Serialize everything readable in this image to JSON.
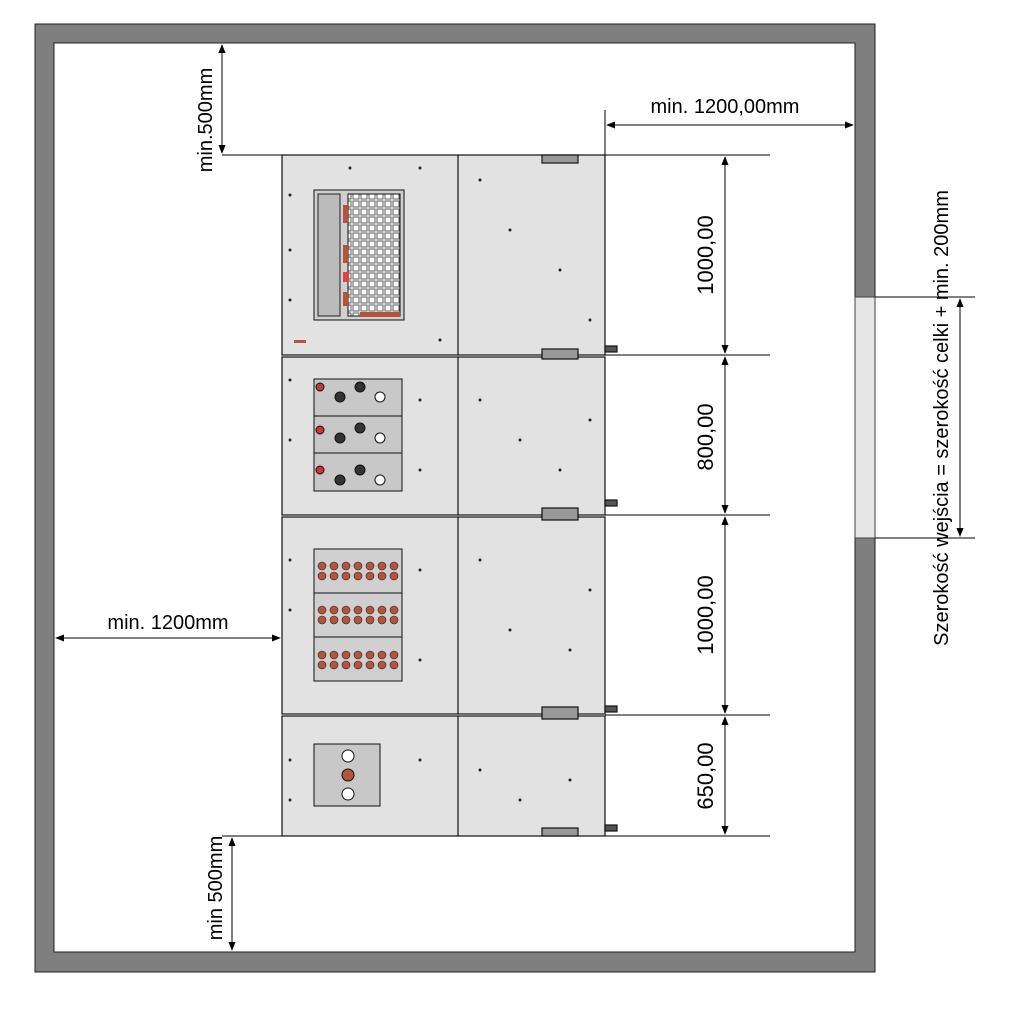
{
  "title": "",
  "dimensions": {
    "top_clearance": "min.500mm",
    "back_clearance": "min. 1200,00mm",
    "front_clearance": "min. 1200mm",
    "bottom_clearance": "min 500mm",
    "entrance_width": "Szerokość wejścia = szerokość celki + min. 200mm"
  },
  "cells": [
    {
      "id": "cell-1",
      "depth_label": "1000,00",
      "type": "relay-panel"
    },
    {
      "id": "cell-2",
      "depth_label": "800,00",
      "type": "breaker-panel"
    },
    {
      "id": "cell-3",
      "depth_label": "1000,00",
      "type": "terminal-panel"
    },
    {
      "id": "cell-4",
      "depth_label": "650,00",
      "type": "indicator-panel"
    }
  ],
  "colors": {
    "wall": "#7f7f7f",
    "cell_fill": "#e2e2e2",
    "outline": "#000000",
    "accent": "#b5533c",
    "door_opening": "#e6e6e6"
  }
}
